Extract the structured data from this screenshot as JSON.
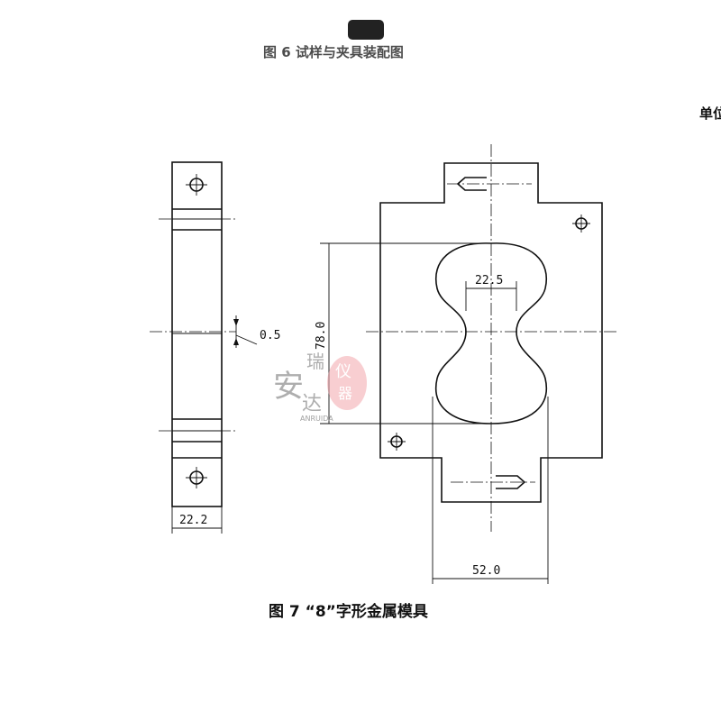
{
  "header": {
    "prev_caption_fragment": "图 6   试样与夹具装配图",
    "unit_label": "单位"
  },
  "dimensions": {
    "side_width": "22.2",
    "offset": "0.5",
    "cavity_height": "78.0",
    "neck_width": "22.5",
    "cavity_width": "52.0"
  },
  "caption": "图 7  “8”字形金属模具",
  "watermark": {
    "chars": "瑞安达仪器",
    "latin": "ANRUIDA"
  },
  "colors": {
    "line": "#111111",
    "watermark_gray": "#9a9a9a",
    "watermark_pink": "#f2a7ad"
  }
}
